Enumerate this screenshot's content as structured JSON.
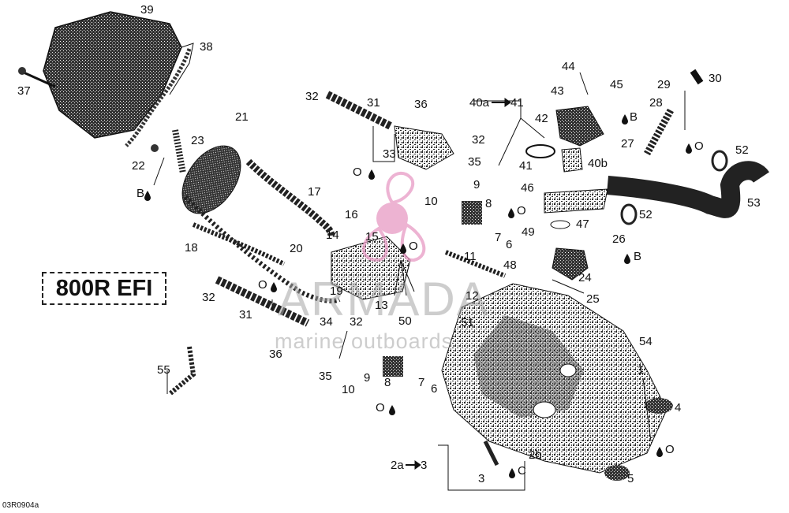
{
  "model_badge": "800R EFI",
  "drawing_code": "03R0904a",
  "watermark": {
    "title": "ARMADA",
    "subtitle": "marine outboards"
  },
  "labels": {
    "l39": "39",
    "l38": "38",
    "l37": "37",
    "l21": "21",
    "l23": "23",
    "l22": "22",
    "l22b": "B",
    "l17": "17",
    "l16": "16",
    "l14": "14",
    "l15": "15",
    "l18": "18",
    "l20": "20",
    "l19": "19",
    "l32a": "32",
    "l31a": "31",
    "l36a": "36",
    "l33": "33",
    "l32b": "32",
    "l35a": "35",
    "l_oa": "O",
    "l10a": "10",
    "l9a": "9",
    "l8a": "8",
    "l_ob": "O",
    "l7a": "7",
    "l6a": "6",
    "l11": "11",
    "l_oc": "O",
    "l12": "12",
    "l13": "13",
    "l50": "50",
    "l51": "51",
    "l40a": "40a",
    "l41a": "41",
    "l42": "42",
    "l41b": "41",
    "l40b": "40b",
    "l44": "44",
    "l43": "43",
    "l45": "45",
    "l45b": "B",
    "l29": "29",
    "l30": "30",
    "l28": "28",
    "l27": "27",
    "l27o": "O",
    "l52a": "52",
    "l46": "46",
    "l53": "53",
    "l52b": "52",
    "l47": "47",
    "l49": "49",
    "l48": "48",
    "l26": "26",
    "l26b": "B",
    "l24": "24",
    "l25": "25",
    "l32c": "32",
    "l_od": "O",
    "l31b": "31",
    "l34": "34",
    "l32d": "32",
    "l36b": "36",
    "l35b": "35",
    "l10b": "10",
    "l9b": "9",
    "l8b": "8",
    "l7b": "7",
    "l6b": "6",
    "l_oe": "O",
    "l55": "55",
    "l54": "54",
    "l1": "1",
    "l4": "4",
    "l_of": "O",
    "l5": "5",
    "l2a": "2a",
    "l3a": "3",
    "l2b": "2b",
    "l3b": "3",
    "l3c": "C"
  }
}
